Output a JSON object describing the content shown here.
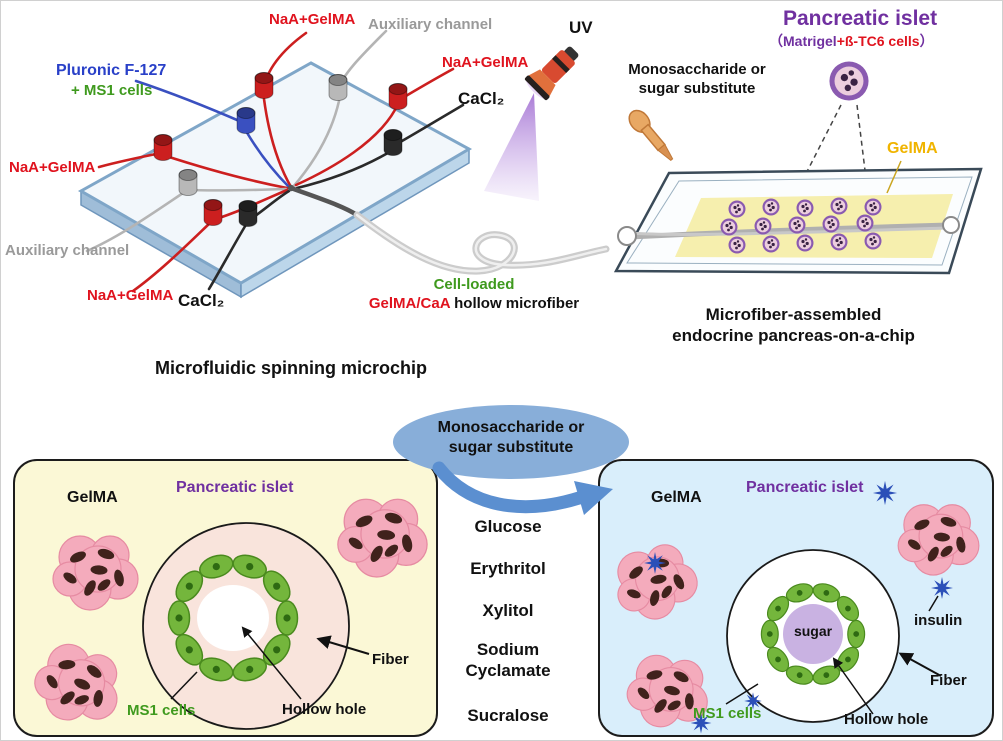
{
  "chip": {
    "naa_gelma": "NaA+GelMA",
    "auxiliary_channel": "Auxiliary channel",
    "pluronic": "Pluronic F-127",
    "ms1_cells_plus": "+ MS1 cells",
    "cacl2": "CaCl₂",
    "uv": "UV",
    "cell_loaded": "Cell-loaded",
    "gelma_caa": "GelMA/CaA",
    "hollow_microfiber": " hollow microfiber",
    "title": "Microfluidic spinning microchip"
  },
  "pancreas": {
    "title": "Pancreatic islet",
    "subtitle_open": "（Matrigel",
    "subtitle_red": "+ß-TC6 cells",
    "subtitle_close": "）",
    "mono_line1": "Monosaccharide or",
    "mono_line2": "sugar substitute",
    "gelma": "GelMA",
    "caption_line1": "Microfiber-assembled",
    "caption_line2": "endocrine pancreas-on-a-chip"
  },
  "bottom": {
    "bubble_line1": "Monosaccharide or",
    "bubble_line2": "sugar substitute",
    "sugars": [
      "Glucose",
      "Erythritol",
      "Xylitol",
      "Sodium Cyclamate",
      "Sucralose"
    ],
    "left_panel": {
      "gelma": "GelMA",
      "pancreatic_islet": "Pancreatic islet",
      "fiber": "Fiber",
      "ms1_cells": "MS1 cells",
      "hollow_hole": "Hollow hole"
    },
    "right_panel": {
      "gelma": "GelMA",
      "pancreatic_islet": "Pancreatic islet",
      "insulin": "insulin",
      "fiber": "Fiber",
      "ms1_cells": "MS1 cells",
      "hollow_hole": "Hollow hole",
      "sugar": "sugar"
    }
  },
  "colors": {
    "label_red": "#e0131e",
    "label_gray": "#9a9a9a",
    "label_blue": "#2940c8",
    "label_green": "#3f9a1e",
    "label_purple": "#7030a0",
    "gelma_yellow": "#f0b400",
    "insulin_blue": "#2b4fb8",
    "panel_yellow": "#fbf8d6",
    "panel_blue": "#d9eefb",
    "bubble_blue": "#88aed9"
  }
}
